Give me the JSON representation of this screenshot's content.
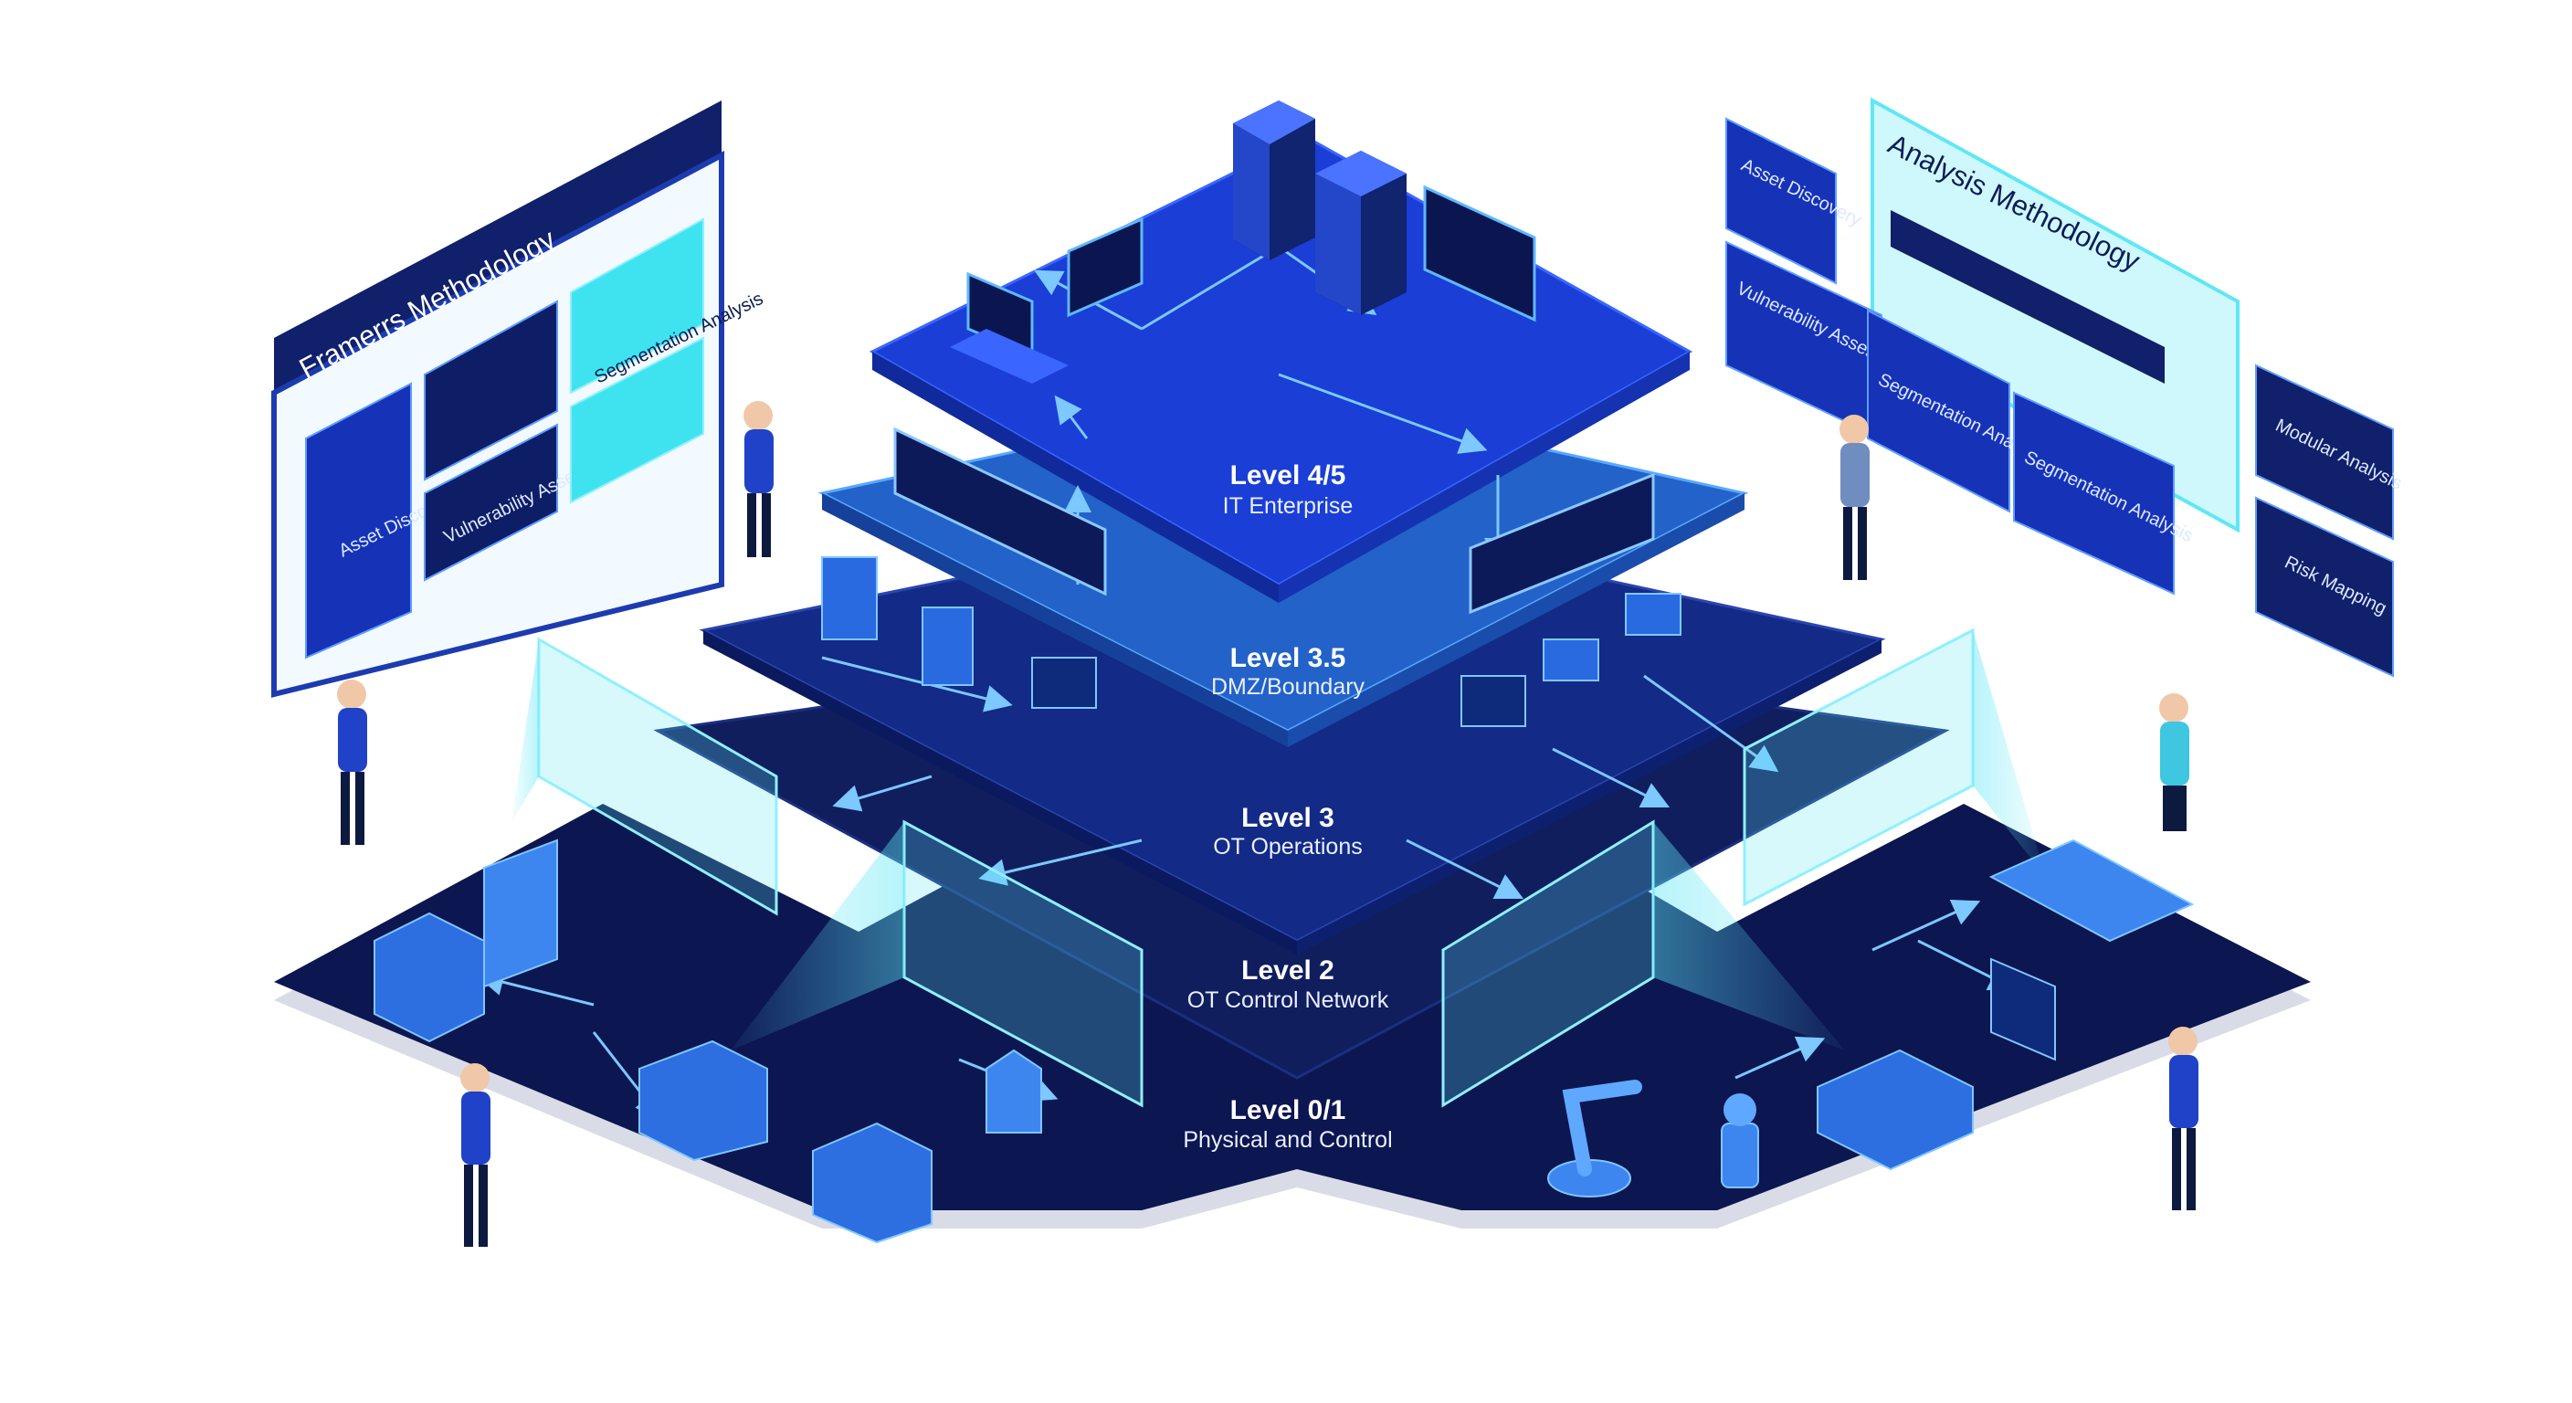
{
  "levels": [
    {
      "title": "Level 4/5",
      "subtitle": "IT Enterprise"
    },
    {
      "title": "Level 3.5",
      "subtitle": "DMZ/Boundary"
    },
    {
      "title": "Level 3",
      "subtitle": "OT Operations"
    },
    {
      "title": "Level 2",
      "subtitle": "OT Control Network"
    },
    {
      "title": "Level 0/1",
      "subtitle": "Physical and Control"
    }
  ],
  "left_panel": {
    "title": "Framerrs Methodology",
    "asset_discovery": "Asset Discovery",
    "vulnerability": "Vulnerability Assessment",
    "segmentation": "Segmentation Analysis"
  },
  "right_panel": {
    "title": "Analysis Methodology",
    "asset_discovery": "Asset Discovery",
    "vulnerability": "Vulnerability Assessment",
    "segmentation_1": "Segmentation Analysis",
    "segmentation_2": "Segmentation Analysis",
    "modular": "Modular Analysis",
    "risk": "Risk Mapping"
  },
  "colors": {
    "top": "#1a3ed6",
    "dmz": "#2565c9",
    "ops": "#122a86",
    "control": "#0f1f63",
    "base": "#0c1650",
    "glow": "#5fe7f5"
  }
}
